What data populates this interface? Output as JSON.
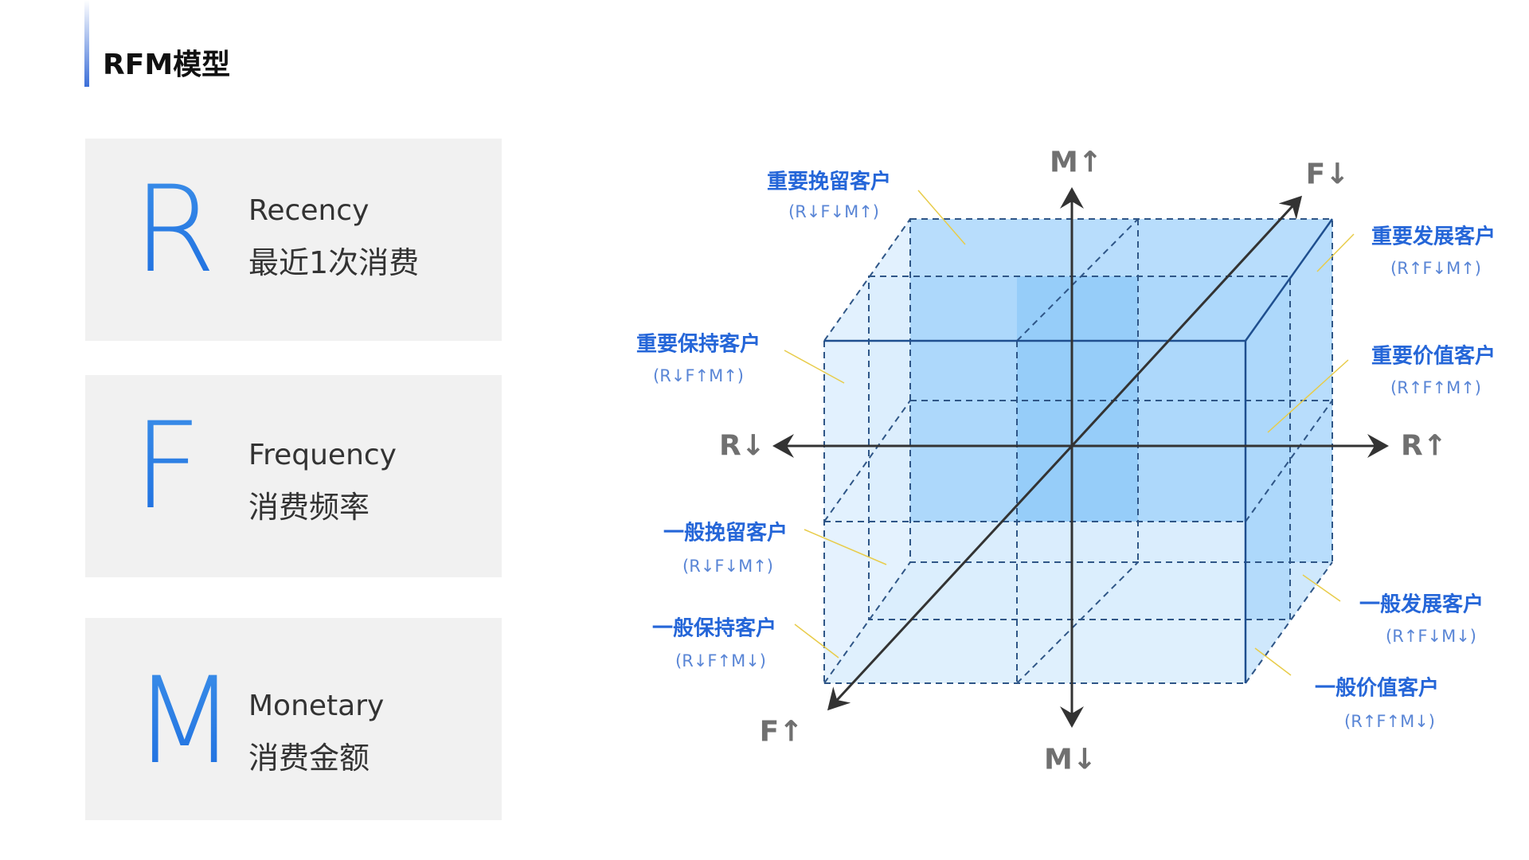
{
  "header": {
    "title": "RFM模型"
  },
  "cards": [
    {
      "letter": "R",
      "english": "Recency",
      "chinese": "最近1次消费"
    },
    {
      "letter": "F",
      "english": "Frequency",
      "chinese": "消费频率"
    },
    {
      "letter": "M",
      "english": "Monetary",
      "chinese": "消费金额"
    }
  ],
  "axes": {
    "m_up": "M↑",
    "f_down": "F↓",
    "r_down": "R↓",
    "r_up": "R↑",
    "f_up": "F↑",
    "m_down": "M↓"
  },
  "segments": [
    {
      "name": "重要挽留客户",
      "code": "(R↓F↓M↑)"
    },
    {
      "name": "重要发展客户",
      "code": "(R↑F↓M↑)"
    },
    {
      "name": "重要保持客户",
      "code": "(R↓F↑M↑)"
    },
    {
      "name": "重要价值客户",
      "code": "(R↑F↑M↑)"
    },
    {
      "name": "一般挽留客户",
      "code": "(R↓F↓M↑)"
    },
    {
      "name": "一般保持客户",
      "code": "(R↓F↑M↓)"
    },
    {
      "name": "一般发展客户",
      "code": "(R↑F↓M↓)"
    },
    {
      "name": "一般价值客户",
      "code": "(R↑F↑M↓)"
    }
  ],
  "colors": {
    "accent": "#2566d8",
    "card_bg": "#f1f1f1",
    "leader": "#e8cc4a"
  }
}
